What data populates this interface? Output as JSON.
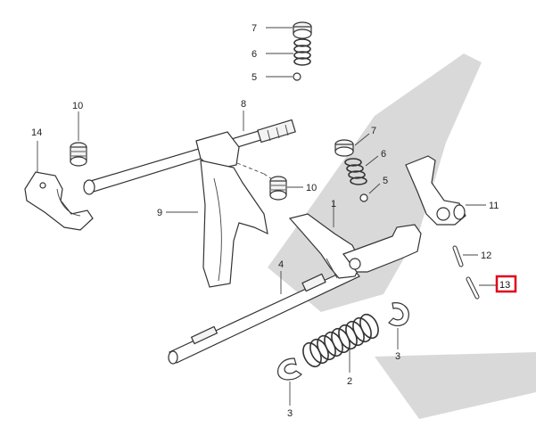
{
  "diagram": {
    "colors": {
      "background": "#ffffff",
      "shadow": "#d9d9d9",
      "highlight": "#e0001b",
      "line": "#333333"
    },
    "highlighted_label": "13",
    "callouts": {
      "c1": "1",
      "c2": "2",
      "c3a": "3",
      "c3b": "3",
      "c4": "4",
      "c5a": "5",
      "c5b": "5",
      "c6a": "6",
      "c6b": "6",
      "c7a": "7",
      "c7b": "7",
      "c8": "8",
      "c9": "9",
      "c10a": "10",
      "c10b": "10",
      "c11": "11",
      "c12": "12",
      "c13": "13",
      "c14": "14"
    }
  }
}
